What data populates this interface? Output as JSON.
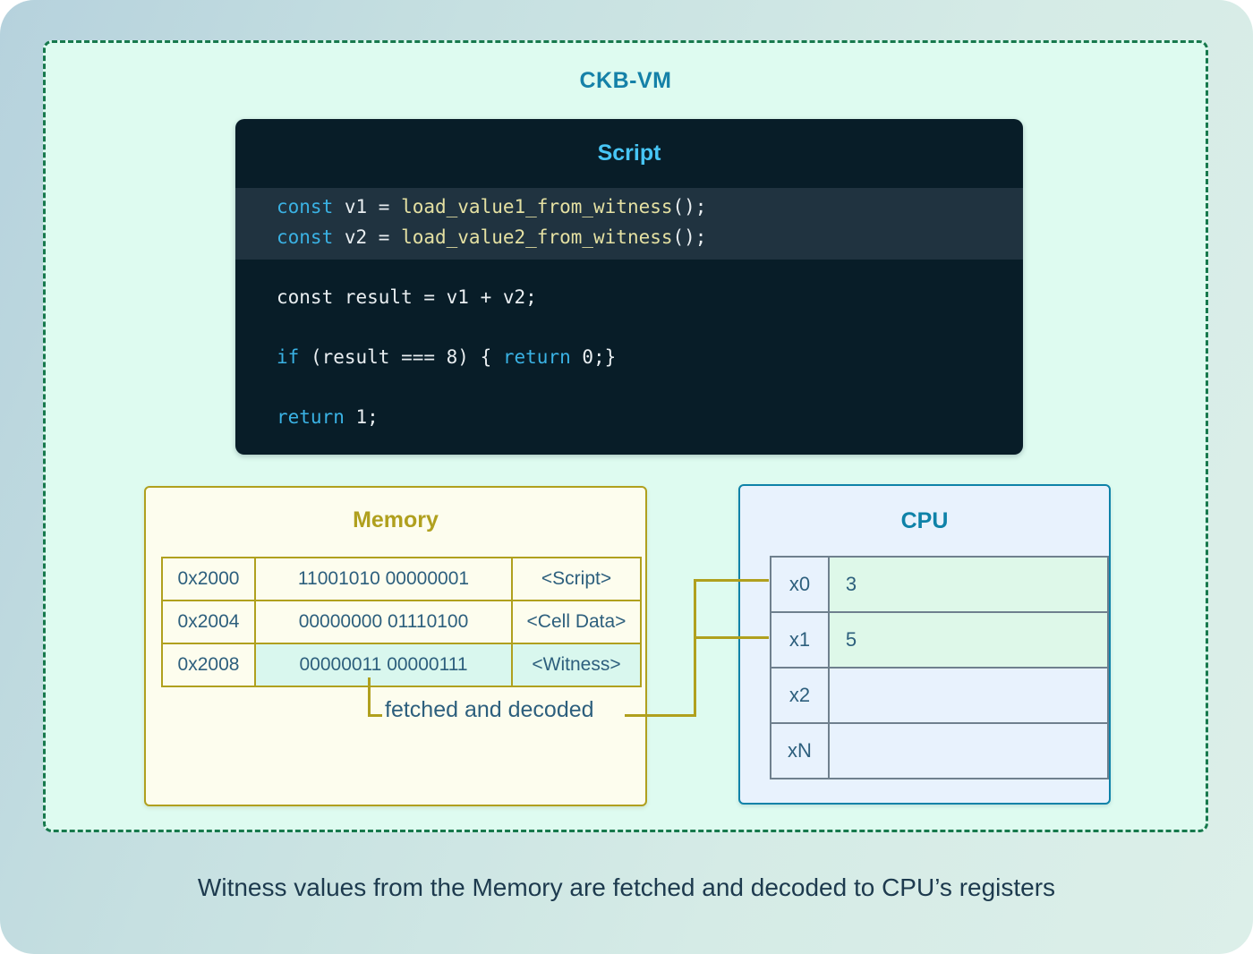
{
  "vm": {
    "title": "CKB-VM",
    "script": {
      "title": "Script",
      "code_lines": [
        {
          "highlight": true,
          "tokens": [
            [
              "kw",
              "const"
            ],
            [
              "plain",
              " v1 = "
            ],
            [
              "fn",
              "load_value1_from_witness"
            ],
            [
              "plain",
              "();"
            ]
          ]
        },
        {
          "highlight": true,
          "tokens": [
            [
              "kw",
              "const"
            ],
            [
              "plain",
              " v2 = "
            ],
            [
              "fn",
              "load_value2_from_witness"
            ],
            [
              "plain",
              "();"
            ]
          ]
        },
        {
          "highlight": false,
          "tokens": []
        },
        {
          "highlight": false,
          "tokens": [
            [
              "plain",
              "const result = v1 + v2;"
            ]
          ]
        },
        {
          "highlight": false,
          "tokens": []
        },
        {
          "highlight": false,
          "tokens": [
            [
              "kw",
              "if"
            ],
            [
              "plain",
              " (result === 8) { "
            ],
            [
              "kw",
              "return"
            ],
            [
              "plain",
              " 0;}"
            ]
          ]
        },
        {
          "highlight": false,
          "tokens": []
        },
        {
          "highlight": false,
          "tokens": [
            [
              "kw",
              "return"
            ],
            [
              "plain",
              " 1;"
            ]
          ]
        }
      ]
    },
    "memory": {
      "title": "Memory",
      "rows": [
        {
          "address": "0x2000",
          "value": "11001010 00000001",
          "label": "<Script>",
          "highlight": false
        },
        {
          "address": "0x2004",
          "value": "00000000 01110100",
          "label": "<Cell Data>",
          "highlight": false
        },
        {
          "address": "0x2008",
          "value": "00000011 00000111",
          "label": "<Witness>",
          "highlight": true
        }
      ]
    },
    "cpu": {
      "title": "CPU",
      "registers": [
        {
          "name": "x0",
          "value": "3",
          "highlight": true
        },
        {
          "name": "x1",
          "value": "5",
          "highlight": true
        },
        {
          "name": "x2",
          "value": "",
          "highlight": false
        },
        {
          "name": "xN",
          "value": "",
          "highlight": false
        }
      ]
    },
    "connector_label": "fetched and decoded"
  },
  "caption": "Witness values from the Memory are fetched and decoded to CPU’s registers",
  "colors": {
    "vm_border_green": "#17794d",
    "vm_fill_mint": "#defbf0",
    "accent_teal_blue": "#1581a8",
    "script_bg": "#081d28",
    "script_highlight_band": "#203340",
    "script_title_blue": "#47c5f5",
    "code_keyword_blue": "#3ab2e4",
    "code_function_yellow": "#e4e0a2",
    "code_plain": "#e9eef1",
    "memory_olive": "#b0a01e",
    "memory_fill": "#fdfdee",
    "table_text_teal": "#2d5f7d",
    "witness_mint": "#d9f7ee",
    "cpu_fill": "#e8f2fd",
    "cpu_table_border_gray": "#6f808e",
    "register_mint": "#def8e9",
    "caption_navy": "#1d3a4e"
  }
}
